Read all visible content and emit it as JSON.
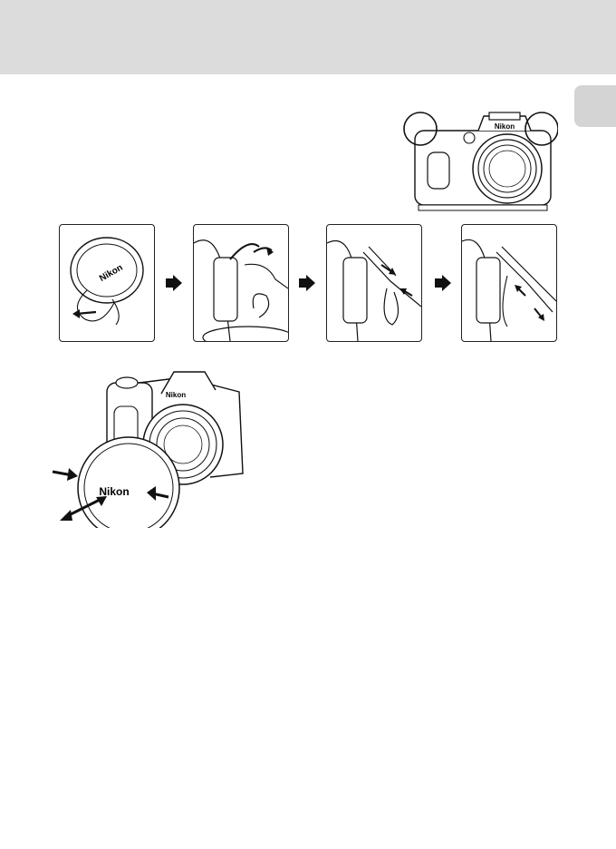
{
  "header": {
    "background": "#dcdcdc"
  },
  "side_tab": {
    "background": "#d4d4d4"
  },
  "camera_front": {
    "brand_label": "Nikon"
  },
  "strap_steps": {
    "cap_brand": "Nikon"
  },
  "lens_cap_figure": {
    "cap_brand": "Nikon",
    "camera_brand": "Nikon"
  }
}
